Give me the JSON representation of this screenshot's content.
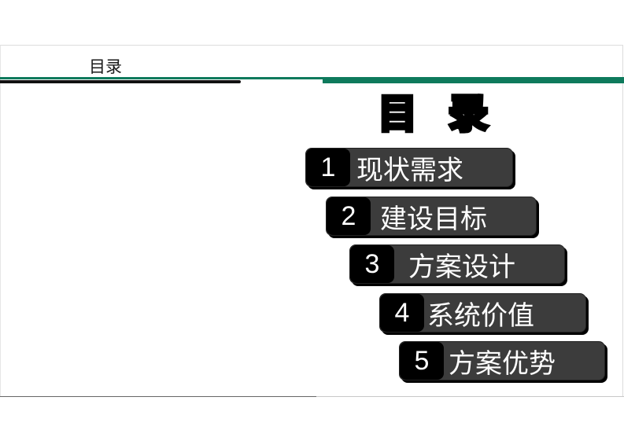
{
  "header": {
    "title": "目录"
  },
  "toc": {
    "heading": "目录",
    "items": [
      {
        "number": "1",
        "label": "现状需求"
      },
      {
        "number": "2",
        "label": "建设目标"
      },
      {
        "number": "3",
        "label": "方案设计"
      },
      {
        "number": "4",
        "label": "系统价值"
      },
      {
        "number": "5",
        "label": "方案优势"
      }
    ]
  },
  "colors": {
    "accent": "#0e7a5c",
    "item_bg": "#3c3c3c",
    "badge_bg": "#000000",
    "text": "#ffffff"
  }
}
